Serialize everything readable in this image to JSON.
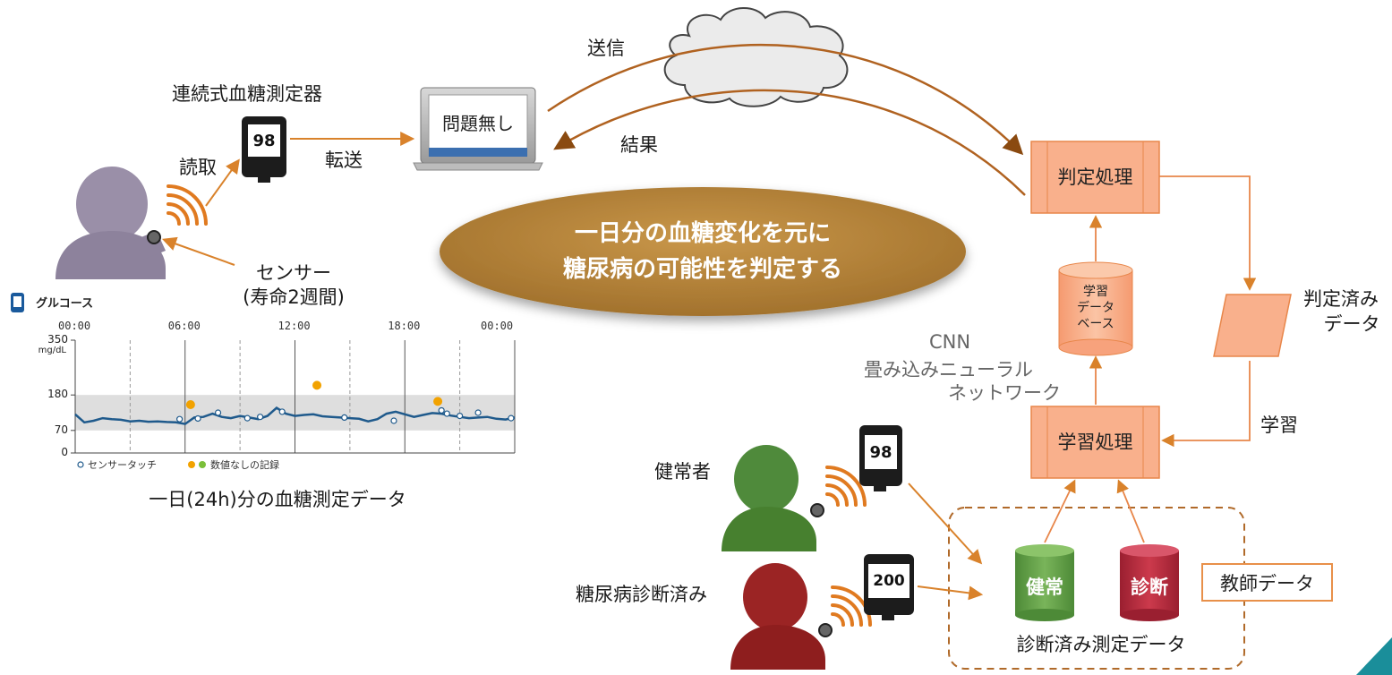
{
  "nodes": {
    "cgm_label": "連続式血糖測定器",
    "device_reading": "98",
    "read_label": "読取",
    "transfer_label": "転送",
    "laptop_text": "問題無し",
    "send_label": "送信",
    "result_label": "結果",
    "sensor_label": "センサー",
    "sensor_life": "(寿命2週間)",
    "ellipse_line1": "一日分の血糖変化を元に",
    "ellipse_line2": "糖尿病の可能性を判定する",
    "judge_box": "判定処理",
    "db_line1": "学習",
    "db_line2": "データ",
    "db_line3": "ベース",
    "judged_line1": "判定済み",
    "judged_line2": "データ",
    "cnn_line1": "CNN",
    "cnn_line2": "畳み込みニューラル",
    "cnn_line3": "ネットワーク",
    "learn_label": "学習",
    "learn_box": "学習処理",
    "healthy_person": "健常者",
    "healthy_reading": "98",
    "diabetic_person": "糖尿病診断済み",
    "diabetic_reading": "200",
    "healthy_cyl": "健常",
    "diag_cyl": "診断",
    "teacher_data": "教師データ",
    "measured_data": "診断済み測定データ",
    "chart_caption": "一日(24h)分の血糖測定データ"
  },
  "colors": {
    "arrow": "#d9822b",
    "box_fill": "#f9b08c",
    "box_stroke": "#e8864a",
    "ellipse": "#b88536",
    "healthy_person": "#4f8a3b",
    "diabetic_person": "#9b2424",
    "user_person": "#9a8fa8",
    "healthy_cyl": "#5f9e47",
    "diag_cyl": "#b3283a",
    "glucose_line": "#1f5a8c",
    "corner": "#1a8e9a"
  },
  "chart_data": {
    "type": "line",
    "title": "グルコース",
    "x_ticks": [
      "00:00",
      "06:00",
      "12:00",
      "18:00",
      "00:00"
    ],
    "y_ticks": [
      "350",
      "180",
      "70",
      "0"
    ],
    "y_unit": "mg/dL",
    "ylim": [
      0,
      350
    ],
    "target_range": [
      70,
      180
    ],
    "series": [
      {
        "x": [
          0,
          0.5,
          1,
          1.5,
          2,
          2.5,
          3,
          3.5,
          4,
          4.5,
          5,
          5.5,
          6,
          6.5,
          7,
          7.5,
          8,
          8.5,
          9,
          9.5,
          10,
          10.5,
          11,
          11.5,
          12,
          12.5,
          13,
          13.5,
          14,
          14.5,
          15,
          15.5,
          16,
          16.5,
          17,
          17.5,
          18,
          18.5,
          19,
          19.5,
          20,
          20.5,
          21,
          21.5,
          22,
          22.5,
          23,
          23.5,
          24
        ],
        "values": [
          120,
          95,
          100,
          108,
          105,
          103,
          98,
          100,
          97,
          98,
          96,
          95,
          90,
          110,
          112,
          122,
          112,
          108,
          115,
          110,
          105,
          115,
          140,
          122,
          115,
          118,
          120,
          114,
          112,
          110,
          108,
          106,
          98,
          105,
          122,
          128,
          120,
          112,
          118,
          124,
          122,
          116,
          112,
          108,
          110,
          112,
          106,
          104,
          110
        ]
      }
    ],
    "markers": [
      {
        "label": "センサータッチ",
        "x": [
          5.7,
          6.7,
          7.8,
          9.4,
          10.1,
          11.3,
          14.7,
          17.4,
          20.0,
          20.3,
          21.0,
          22.0,
          23.8
        ],
        "values": [
          105,
          107,
          125,
          108,
          112,
          128,
          110,
          100,
          132,
          122,
          115,
          125,
          108
        ]
      },
      {
        "label": "数値なしの記録",
        "x": [
          6.3,
          13.2,
          19.8
        ],
        "values": [
          150,
          210,
          160
        ]
      }
    ],
    "legend": [
      "センサータッチ",
      "数値なしの記録"
    ]
  }
}
